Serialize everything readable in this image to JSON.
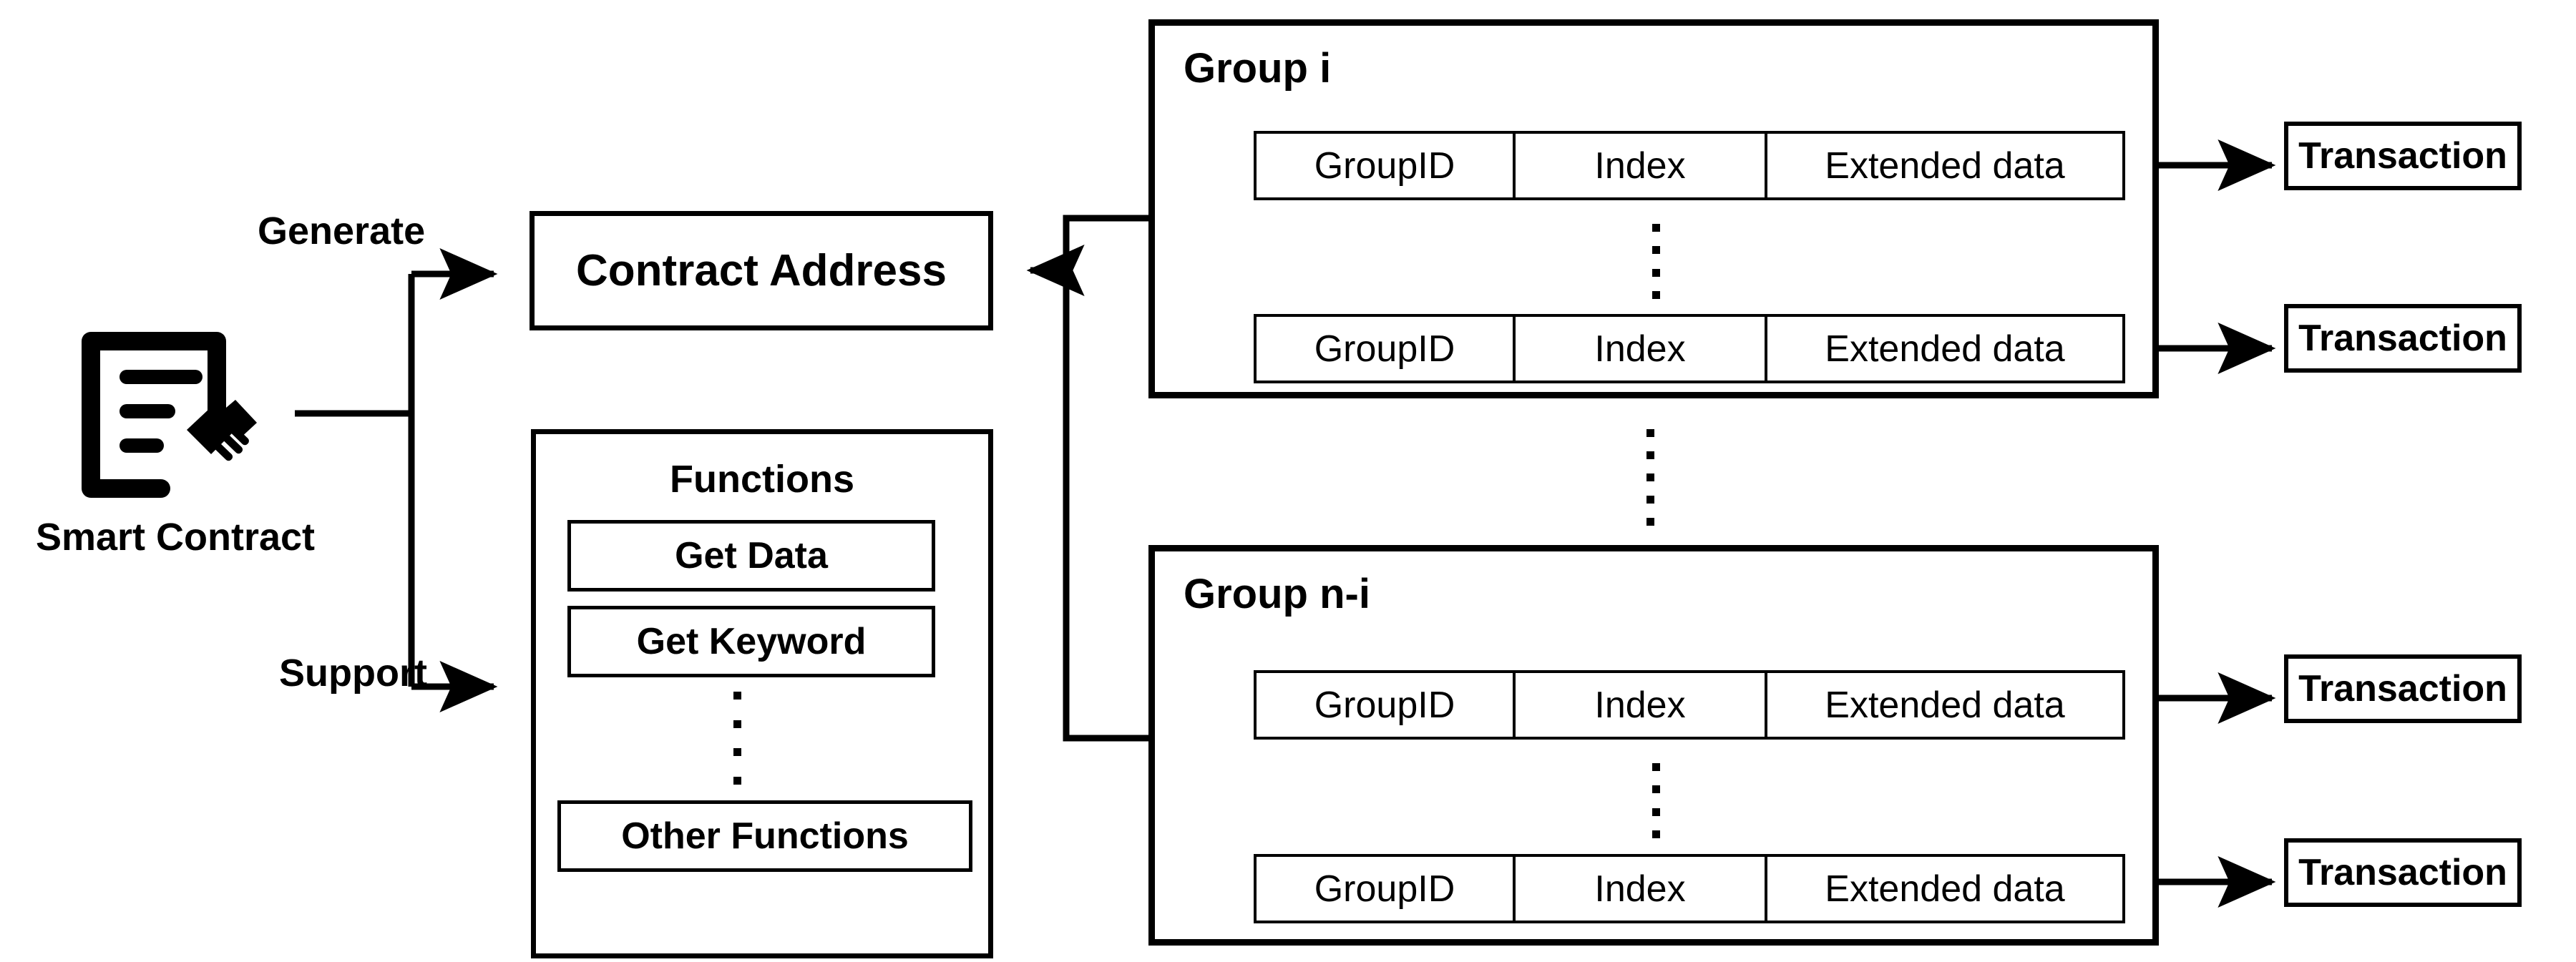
{
  "diagram": {
    "title": "Smart Contract data organization",
    "accent_color": "#000000",
    "background_color": "#ffffff"
  },
  "smart_contract": {
    "icon": "smart-contract-handshake-icon",
    "caption": "Smart Contract"
  },
  "edges": {
    "generate_label": "Generate",
    "support_label": "Support"
  },
  "contract_address": {
    "label": "Contract Address"
  },
  "functions": {
    "title": "Functions",
    "items": [
      {
        "label": "Get Data"
      },
      {
        "label": "Get Keyword"
      },
      {
        "label": "Other Functions"
      }
    ],
    "ellipsis_dots": 4
  },
  "groups": [
    {
      "title": "Group i",
      "rows": [
        {
          "group_id": "GroupID",
          "index": "Index",
          "extended": "Extended data"
        },
        {
          "group_id": "GroupID",
          "index": "Index",
          "extended": "Extended data"
        }
      ],
      "ellipsis_dots": 4
    },
    {
      "title": "Group n-i",
      "rows": [
        {
          "group_id": "GroupID",
          "index": "Index",
          "extended": "Extended data"
        },
        {
          "group_id": "GroupID",
          "index": "Index",
          "extended": "Extended data"
        }
      ],
      "ellipsis_dots": 4
    }
  ],
  "inter_group_ellipsis_dots": 5,
  "transactions": [
    {
      "label": "Transaction"
    },
    {
      "label": "Transaction"
    },
    {
      "label": "Transaction"
    },
    {
      "label": "Transaction"
    }
  ]
}
